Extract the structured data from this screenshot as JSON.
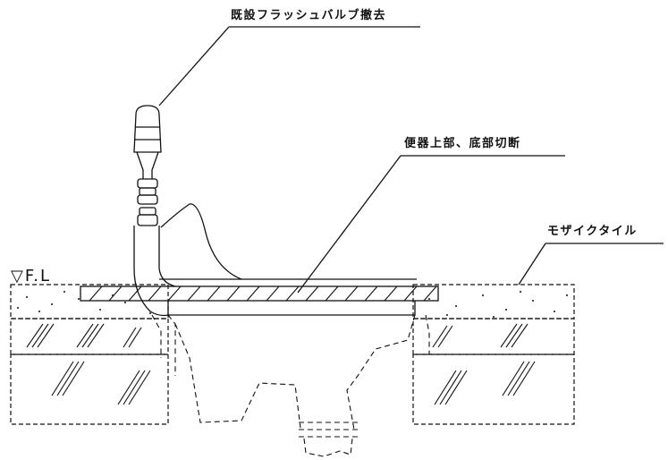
{
  "labels": {
    "flush_valve_removal": "既設フラッシュバルブ撤去",
    "toilet_cut": "便器上部、底部切断",
    "mosaic_tile": "モザイクタイル",
    "floor_level": "▽F.L"
  },
  "icons": {
    "floor_level_marker": "down-triangle"
  }
}
